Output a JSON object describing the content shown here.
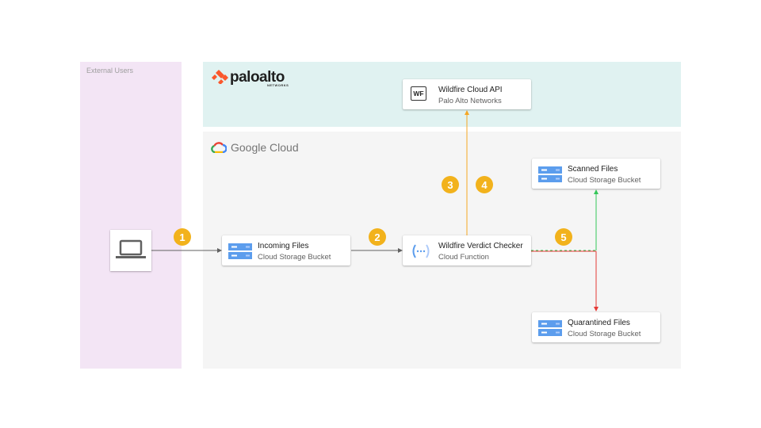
{
  "zones": {
    "external": {
      "label": "External Users"
    },
    "paloalto": {
      "logo_text": "paloalto",
      "logo_sub": "NETWORKS"
    },
    "google": {
      "logo_text": "Google Cloud"
    }
  },
  "nodes": {
    "wildfire_api": {
      "title": "Wildfire Cloud API",
      "subtitle": "Palo Alto Networks",
      "icon_text": "WF",
      "icon": "wildfire-icon"
    },
    "incoming": {
      "title": "Incoming Files",
      "subtitle": "Cloud Storage Bucket",
      "icon": "cloud-storage-icon"
    },
    "checker": {
      "title": "Wildfire Verdict Checker",
      "subtitle": "Cloud Function",
      "icon": "cloud-function-icon"
    },
    "scanned": {
      "title": "Scanned Files",
      "subtitle": "Cloud Storage Bucket",
      "icon": "cloud-storage-icon"
    },
    "quarantined": {
      "title": "Quarantined Files",
      "subtitle": "Cloud Storage Bucket",
      "icon": "cloud-storage-icon"
    },
    "user": {
      "icon": "laptop-icon"
    }
  },
  "steps": [
    "1",
    "2",
    "3",
    "4",
    "5"
  ],
  "colors": {
    "external_zone": "#f3e5f5",
    "paloalto_zone": "#e0f2f1",
    "google_zone": "#f5f5f5",
    "badge": "#f2b21c",
    "arrow_default": "#616161",
    "arrow_api": "#f5a623",
    "arrow_clean": "#34c759",
    "arrow_malicious": "#e53935",
    "storage_icon": "#5c9ded"
  }
}
